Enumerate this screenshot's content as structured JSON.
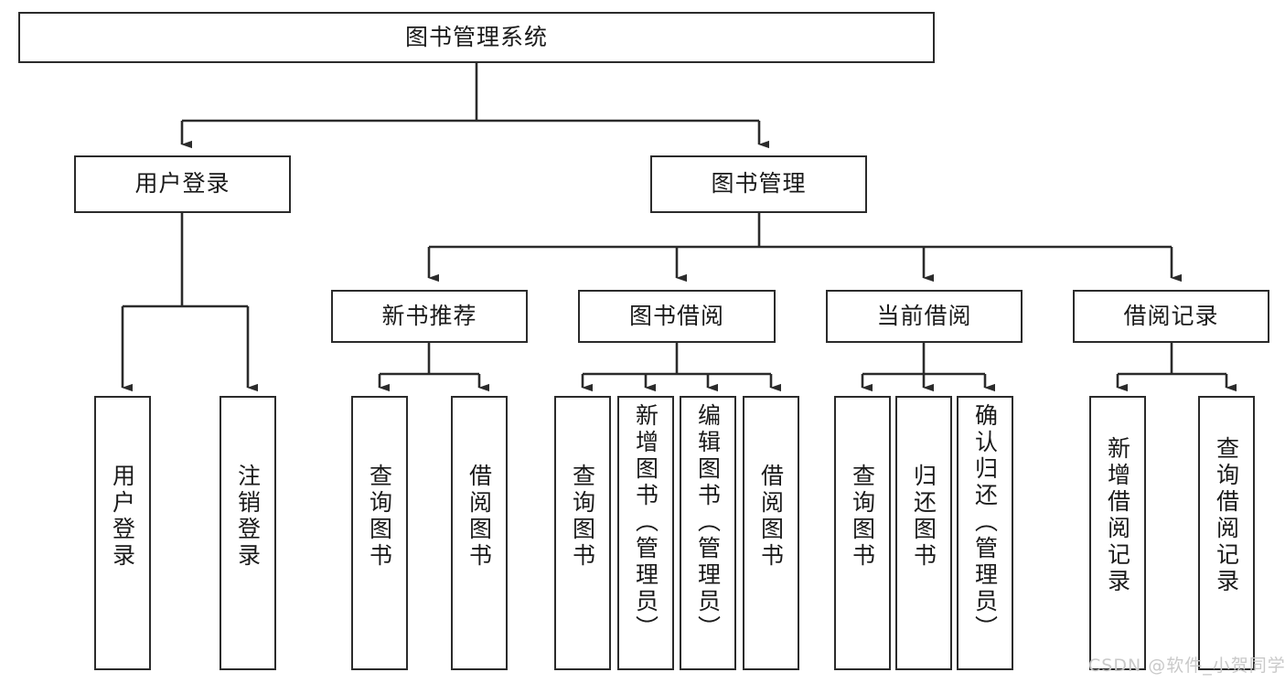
{
  "diagram": {
    "title": "图书管理系统",
    "type": "hierarchy-tree",
    "watermark": "CSDN @软件_小贺同学",
    "colors": {
      "box_border": "#2b2b2b",
      "box_fill": "#ffffff",
      "edge": "#2b2b2b",
      "text": "#1a1a1a",
      "watermark": "#c9c9c9",
      "background": "#ffffff"
    },
    "levels": {
      "root": {
        "label": "图书管理系统"
      },
      "level2": [
        {
          "id": "user-login",
          "label": "用户登录"
        },
        {
          "id": "book-management",
          "label": "图书管理"
        }
      ],
      "level3": [
        {
          "id": "new-book-recommend",
          "label": "新书推荐",
          "parent": "book-management"
        },
        {
          "id": "book-borrow",
          "label": "图书借阅",
          "parent": "book-management"
        },
        {
          "id": "current-borrow",
          "label": "当前借阅",
          "parent": "book-management"
        },
        {
          "id": "borrow-record",
          "label": "借阅记录",
          "parent": "book-management"
        }
      ],
      "leaves": [
        {
          "id": "leaf-user-login",
          "label": "用户登录",
          "parent": "user-login"
        },
        {
          "id": "leaf-logout",
          "label": "注销登录",
          "parent": "user-login"
        },
        {
          "id": "leaf-query-book-1",
          "label": "查询图书",
          "parent": "new-book-recommend"
        },
        {
          "id": "leaf-borrow-book-1",
          "label": "借阅图书",
          "parent": "new-book-recommend"
        },
        {
          "id": "leaf-query-book-2",
          "label": "查询图书",
          "parent": "book-borrow"
        },
        {
          "id": "leaf-add-book",
          "label": "新增图书（管理员）",
          "parent": "book-borrow"
        },
        {
          "id": "leaf-edit-book",
          "label": "编辑图书（管理员）",
          "parent": "book-borrow"
        },
        {
          "id": "leaf-borrow-book-2",
          "label": "借阅图书",
          "parent": "book-borrow"
        },
        {
          "id": "leaf-query-book-3",
          "label": "查询图书",
          "parent": "current-borrow"
        },
        {
          "id": "leaf-return-book",
          "label": "归还图书",
          "parent": "current-borrow"
        },
        {
          "id": "leaf-confirm-return",
          "label": "确认归还（管理员）",
          "parent": "current-borrow"
        },
        {
          "id": "leaf-add-record",
          "label": "新增借阅记录",
          "parent": "borrow-record"
        },
        {
          "id": "leaf-query-record",
          "label": "查询借阅记录",
          "parent": "borrow-record"
        }
      ]
    }
  }
}
